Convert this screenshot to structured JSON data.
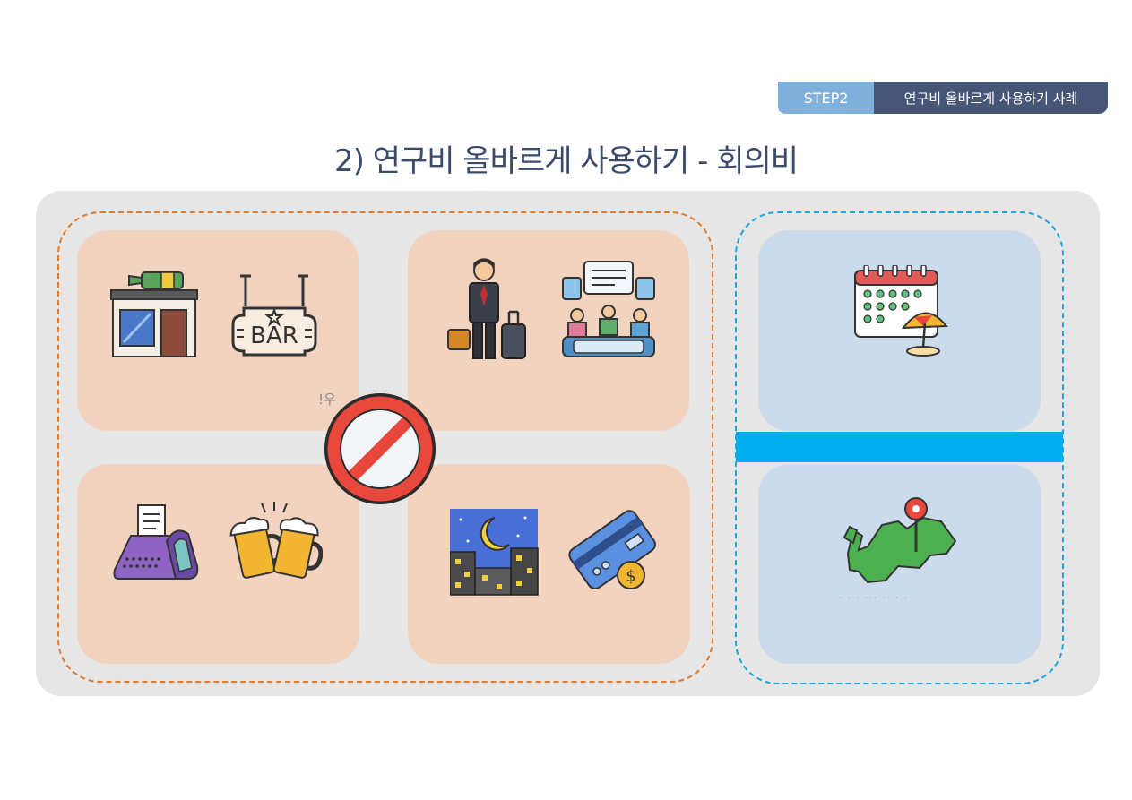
{
  "header": {
    "step_label": "STEP2",
    "step_title": "연구비 올바르게 사용하기 사례"
  },
  "page": {
    "title": "2) 연구비 올바르게 사용하기 - 회의비"
  },
  "icons": {
    "bar": "bar-sign-icon",
    "liquor_store": "liquor-store-icon",
    "businessman": "businessman-luggage-icon",
    "meeting": "meeting-icon",
    "pos": "pos-terminal-icon",
    "beer": "beer-mugs-icon",
    "night": "night-city-icon",
    "card": "credit-card-icon",
    "prohibited": "prohibited-icon",
    "calendar": "holiday-calendar-icon",
    "map": "map-pin-icon"
  },
  "colors": {
    "prohibited_area": "#e07b2e",
    "allowed_area": "#1aa7e0",
    "divider": "#00aeef",
    "prohibited_card": "#f2d3c0",
    "allowed_card": "#cbdbeb"
  },
  "fragments": {
    "cut_text": "!우"
  }
}
